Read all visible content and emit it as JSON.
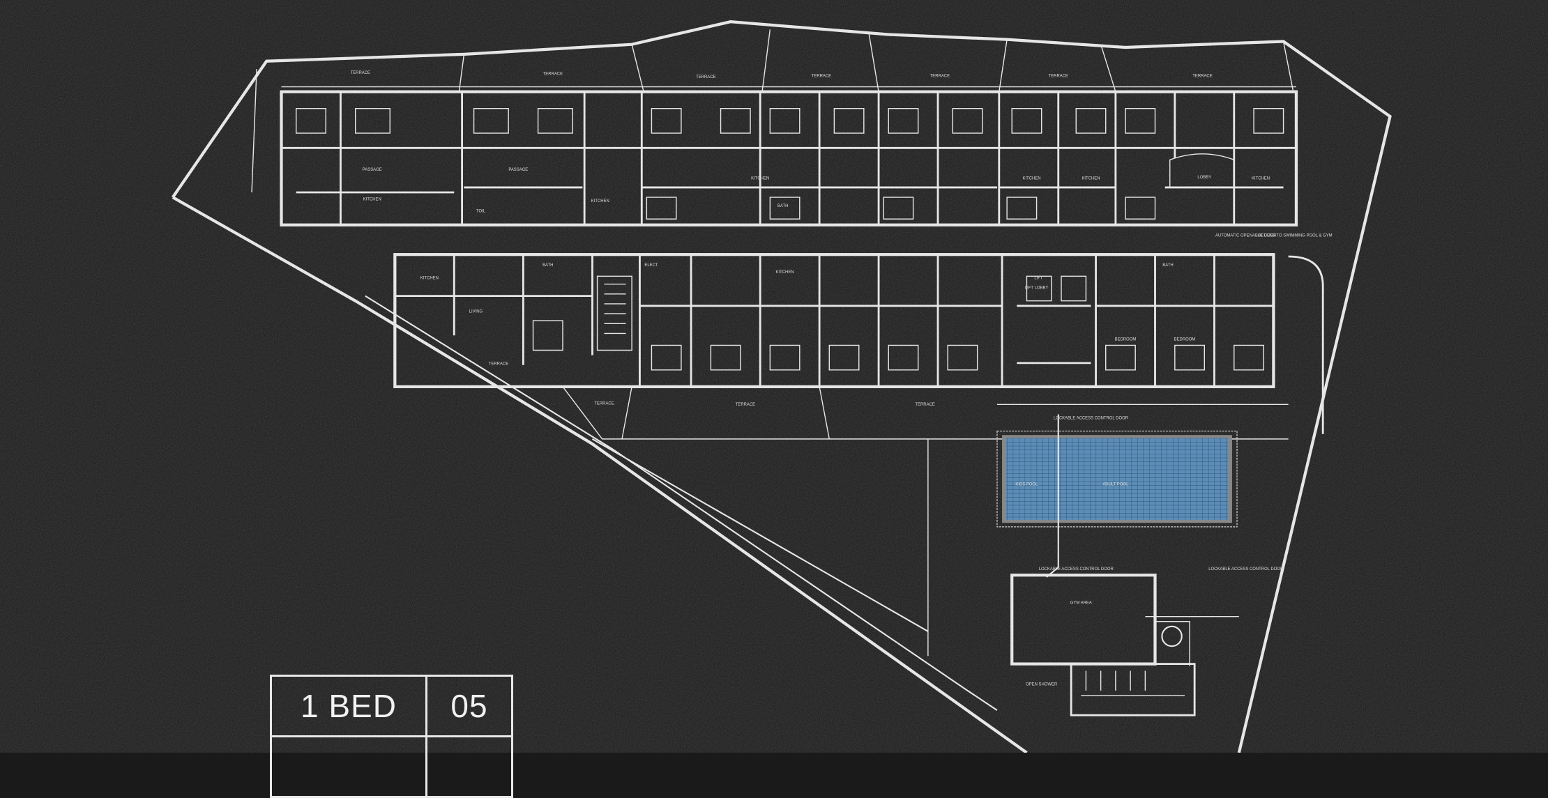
{
  "legend": {
    "rows": [
      {
        "type": "1 BED",
        "count": "05"
      },
      {
        "type": "",
        "count": ""
      }
    ]
  },
  "plan": {
    "terrace": "TERRACE",
    "passage": "PASSAGE",
    "kitchen": "KITCHEN",
    "living": "LIVING",
    "bath": "BATH",
    "bedroom": "BEDROOM",
    "lobby": "LOBBY",
    "lift_lobby": "LIFT LOBBY",
    "lift": "LIFT",
    "elect": "ELECT.",
    "toilet": "TOIL",
    "gym_area": "GYM AREA",
    "kids_pool": "KIDS POOL",
    "adult_pool": "ADULT POOL",
    "open_shower": "OPEN SHOWER",
    "lockable_door": "LOCKABLE ACCESS CONTROL DOOR",
    "automatic_door": "AUTOMATIC OPENABLE DOOR",
    "access_pool_gym": "ACCESS TO SWIMMING POOL & GYM",
    "colors": {
      "background": "#1a1a1a",
      "lines": "#e6e6e6",
      "pool": "#5b8db8"
    }
  }
}
